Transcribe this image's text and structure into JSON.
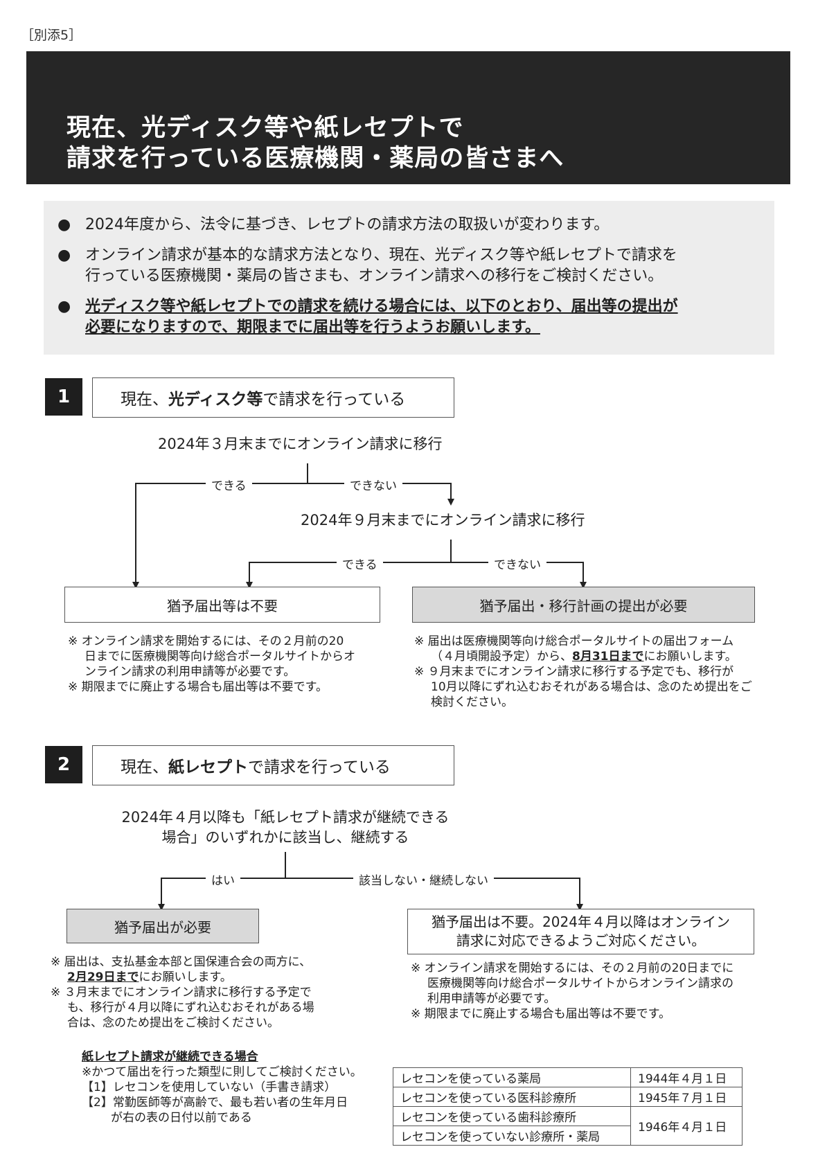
{
  "attachment_label": "［別添5］",
  "header": {
    "line1": "現在、光ディスク等や紙レセプトで",
    "line2": "請求を行っている医療機関・薬局の皆さまへ"
  },
  "intro": {
    "bullet": "●",
    "b1": "2024年度から、法令に基づき、レセプトの請求方法の取扱いが変わります。",
    "b2_l1": "オンライン請求が基本的な請求方法となり、現在、光ディスク等や紙レセプトで請求を",
    "b2_l2": "行っている医療機関・薬局の皆さまも、オンライン請求への移行をご検討ください。",
    "b3_l1": "光ディスク等や紙レセプトでの請求を続ける場合には、以下のとおり、届出等の提出が",
    "b3_l2": "必要になりますので、期限までに届出等を行うようお願いします。"
  },
  "s1": {
    "num": "1",
    "t_pre": "現在、",
    "t_bold": "光ディスク等",
    "t_post": "で請求を行っている",
    "q1": "2024年３月末までにオンライン請求に移行",
    "can": "できる",
    "cannot": "できない",
    "q2": "2024年９月末までにオンライン請求に移行",
    "outcome_left": "猶予届出等は不要",
    "outcome_right": "猶予届出・移行計画の提出が必要",
    "nl1": "※ オンライン請求を開始するには、その２月前の20",
    "nl2": "日までに医療機関等向け総合ポータルサイトからオ",
    "nl3": "ンライン請求の利用申請等が必要です。",
    "nl4": "※ 期限までに廃止する場合も届出等は不要です。",
    "nr1": "※ 届出は医療機関等向け総合ポータルサイトの届出フォーム",
    "nr2a": "（４月頃開設予定）から、",
    "nr2b": "8月31日まで",
    "nr2c": "にお願いします。",
    "nr3": "※ ９月末までにオンライン請求に移行する予定でも、移行が",
    "nr4": "10月以降にずれ込むおそれがある場合は、念のため提出をご",
    "nr5": "検討ください。"
  },
  "s2": {
    "num": "2",
    "t_pre": "現在、",
    "t_bold": "紙レセプト",
    "t_post": "で請求を行っている",
    "q1": "2024年４月以降も「紙レセプト請求が継続できる",
    "q2": "場合」のいずれかに該当し、継続する",
    "yes": "はい",
    "no": "該当しない・継続しない",
    "outcome_left": "猶予届出が必要",
    "outcome_right_l1": "猶予届出は不要。2024年４月以降はオンライン",
    "outcome_right_l2": "請求に対応できるようご対応ください。",
    "nl1": "※ 届出は、支払基金本部と国保連合会の両方に、",
    "nl2a": "2月29日まで",
    "nl2b": "にお願いします。",
    "nl3": "※ ３月末までにオンライン請求に移行する予定で",
    "nl4": "も、移行が４月以降にずれ込むおそれがある場",
    "nl5": "合は、念のため提出をご検討ください。",
    "nr1": "※ オンライン請求を開始するには、その２月前の20日までに",
    "nr2": "医療機関等向け総合ポータルサイトからオンライン請求の",
    "nr3": "利用申請等が必要です。",
    "nr4": "※ 期限までに廃止する場合も届出等は不要です。"
  },
  "cont": {
    "title": "紙レセプト請求が継続できる場合",
    "l1": "※かつて届出を行った類型に則してご検討ください。",
    "l2": "【1】レセコンを使用していない（手書き請求）",
    "l3": "【2】常勤医師等が高齢で、最も若い者の生年月日",
    "l4": "が右の表の日付以前である",
    "rows": [
      {
        "label": "レセコンを使っている薬局",
        "date": "1944年４月１日"
      },
      {
        "label": "レセコンを使っている医科診療所",
        "date": "1945年７月１日"
      },
      {
        "label": "レセコンを使っている歯科診療所",
        "date": "1946年４月１日"
      },
      {
        "label": "レセコンを使っていない診療所・薬局",
        "date": ""
      }
    ]
  }
}
